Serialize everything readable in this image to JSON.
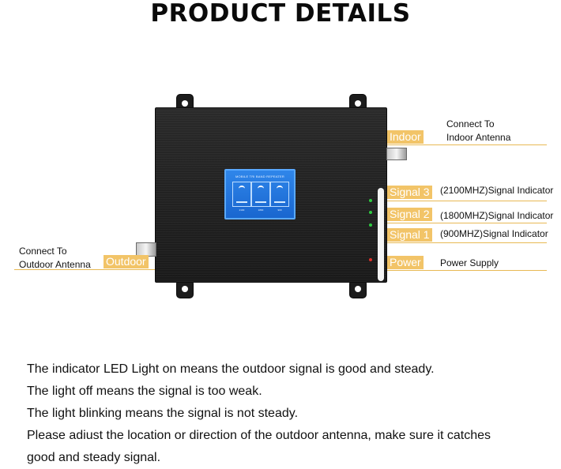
{
  "title": "PRODUCT DETAILS",
  "device": {
    "screen_title": "MOBILE TRI BAND REPEATER",
    "screen_bands": [
      "2100",
      "1800",
      "900"
    ]
  },
  "labels": {
    "indoor": "Indoor",
    "indoor_desc_1": "Connect To",
    "indoor_desc_2": "Indoor Antenna",
    "signal3": "Signal 3",
    "signal3_desc": "(2100MHZ)Signal Indicator",
    "signal2": "Signal 2",
    "signal2_desc": "(1800MHZ)Signal Indicator",
    "signal1": "Signal 1",
    "signal1_desc": "(900MHZ)Signal Indicator",
    "power": "Power",
    "power_desc": "Power Supply",
    "outdoor": "Outdoor",
    "outdoor_desc_1": "Connect To",
    "outdoor_desc_2": "Outdoor Antenna"
  },
  "description": [
    "The indicator LED Light on means the outdoor signal is good and steady.",
    "The light off means the signal is too weak.",
    "The light blinking means the signal is not steady.",
    "Please adiust the location or direction of the outdoor antenna, make sure it catches",
    "good and steady signal."
  ],
  "colors": {
    "label_bg": "#f2c468",
    "led_green": "#2ecc40",
    "led_red": "#e0302a",
    "screen": "#1f6fdc"
  }
}
